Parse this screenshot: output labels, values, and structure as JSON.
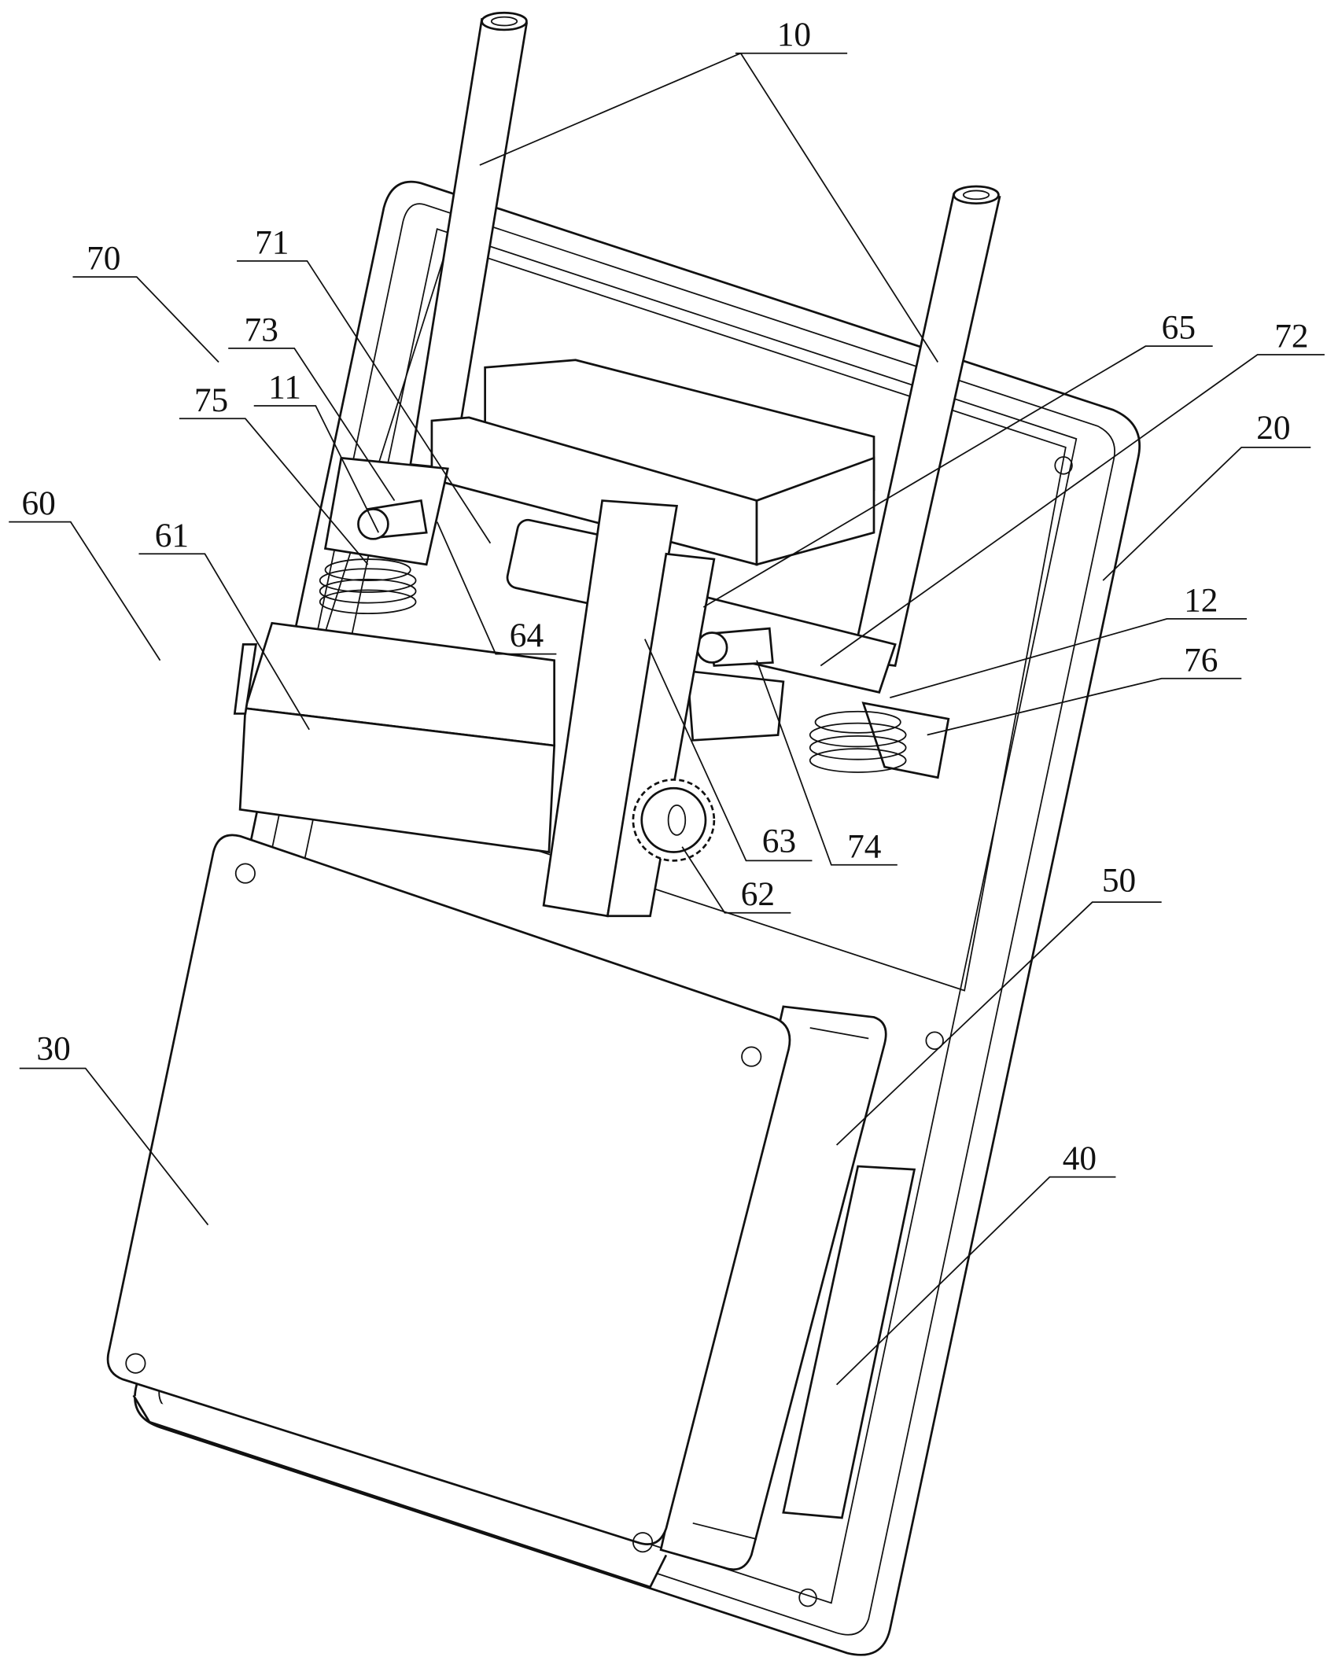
{
  "figure": {
    "labels": [
      {
        "id": "10",
        "text": "10"
      },
      {
        "id": "70",
        "text": "70"
      },
      {
        "id": "71",
        "text": "71"
      },
      {
        "id": "73",
        "text": "73"
      },
      {
        "id": "75",
        "text": "75"
      },
      {
        "id": "11",
        "text": "11"
      },
      {
        "id": "60",
        "text": "60"
      },
      {
        "id": "61",
        "text": "61"
      },
      {
        "id": "64",
        "text": "64"
      },
      {
        "id": "65",
        "text": "65"
      },
      {
        "id": "72",
        "text": "72"
      },
      {
        "id": "20",
        "text": "20"
      },
      {
        "id": "12",
        "text": "12"
      },
      {
        "id": "76",
        "text": "76"
      },
      {
        "id": "63",
        "text": "63"
      },
      {
        "id": "74",
        "text": "74"
      },
      {
        "id": "62",
        "text": "62"
      },
      {
        "id": "50",
        "text": "50"
      },
      {
        "id": "30",
        "text": "30"
      },
      {
        "id": "40",
        "text": "40"
      }
    ]
  }
}
